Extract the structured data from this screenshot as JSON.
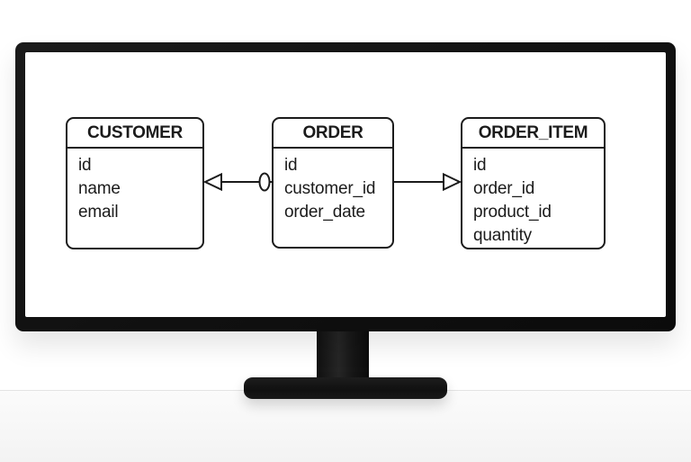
{
  "colors": {
    "monitor_bezel": "#111111",
    "screen_background": "#ffffff",
    "diagram_stroke": "#1b1b1b",
    "floor": "#f3f3f3"
  },
  "diagram": {
    "entities": [
      {
        "name": "CUSTOMER",
        "fields": [
          "id",
          "name",
          "email"
        ]
      },
      {
        "name": "ORDER",
        "fields": [
          "id",
          "customer_id",
          "order_date"
        ]
      },
      {
        "name": "ORDER_ITEM",
        "fields": [
          "id",
          "order_id",
          "product_id",
          "quantity"
        ]
      }
    ],
    "relationships": [
      {
        "from": "ORDER",
        "to": "CUSTOMER",
        "to_end_symbol": "open-triangle-arrowhead",
        "from_end_symbol": "ring"
      },
      {
        "from": "ORDER",
        "to": "ORDER_ITEM",
        "to_end_symbol": "open-triangle-arrowhead",
        "from_end_symbol": "none"
      }
    ]
  }
}
